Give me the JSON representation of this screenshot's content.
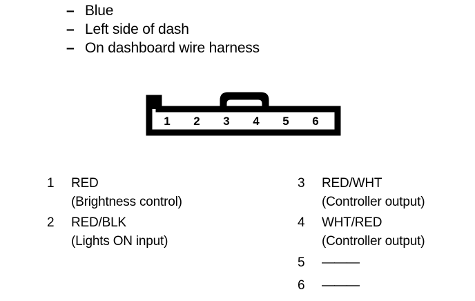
{
  "document": {
    "type": "wiring-connector-diagram",
    "ink_color": "#000000",
    "page_color": "#ffffff"
  },
  "description_list": {
    "bullet_mark": "–",
    "items": [
      {
        "text": "Blue"
      },
      {
        "text": "Left side of dash"
      },
      {
        "text": "On dashboard wire harness"
      }
    ]
  },
  "connector": {
    "name": "6-pin-connector",
    "pin_count": 6,
    "pins": [
      {
        "number": "1"
      },
      {
        "number": "2"
      },
      {
        "number": "3"
      },
      {
        "number": "4"
      },
      {
        "number": "5"
      },
      {
        "number": "6"
      }
    ]
  },
  "pin_legend": {
    "left_column": [
      {
        "number": "1",
        "wire": "RED",
        "description": "(Brightness control)",
        "unused_mark": ""
      },
      {
        "number": "2",
        "wire": "RED/BLK",
        "description": "(Lights ON input)",
        "unused_mark": ""
      }
    ],
    "right_column": [
      {
        "number": "3",
        "wire": "RED/WHT",
        "description": "(Controller output)",
        "unused_mark": ""
      },
      {
        "number": "4",
        "wire": "WHT/RED",
        "description": "(Controller output)",
        "unused_mark": ""
      },
      {
        "number": "5",
        "wire": "",
        "description": "",
        "unused_mark": "———"
      },
      {
        "number": "6",
        "wire": "",
        "description": "",
        "unused_mark": "———"
      }
    ]
  }
}
